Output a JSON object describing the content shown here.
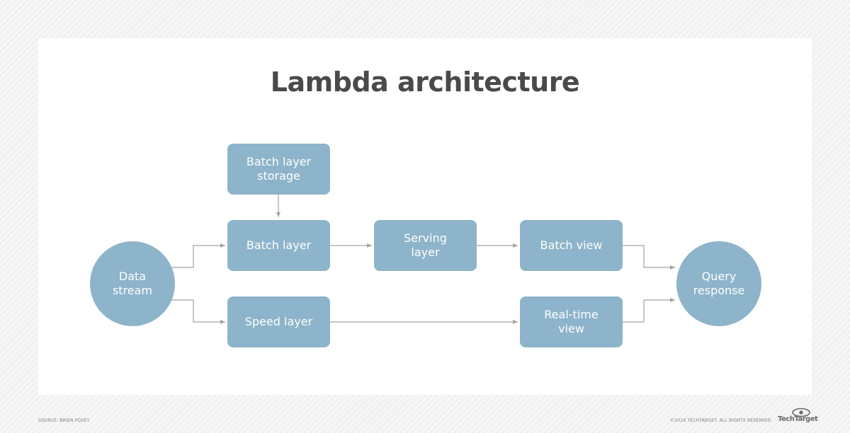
{
  "title": "Lambda architecture",
  "nodes": {
    "data_stream": "Data\nstream",
    "batch_layer_storage": "Batch layer\nstorage",
    "batch_layer": "Batch layer",
    "speed_layer": "Speed layer",
    "serving_layer": "Serving\nlayer",
    "batch_view": "Batch view",
    "real_time_view": "Real-time\nview",
    "query_response": "Query\nresponse"
  },
  "footer": {
    "source": "SOURCE: BRIEN POSEY",
    "copyright": "©2019 TECHTARGET. ALL RIGHTS RESERVED",
    "logo": "TechTarget"
  },
  "colors": {
    "node_fill": "#8db4ca",
    "connector": "#a7a49a",
    "title": "#4a4a4a"
  }
}
